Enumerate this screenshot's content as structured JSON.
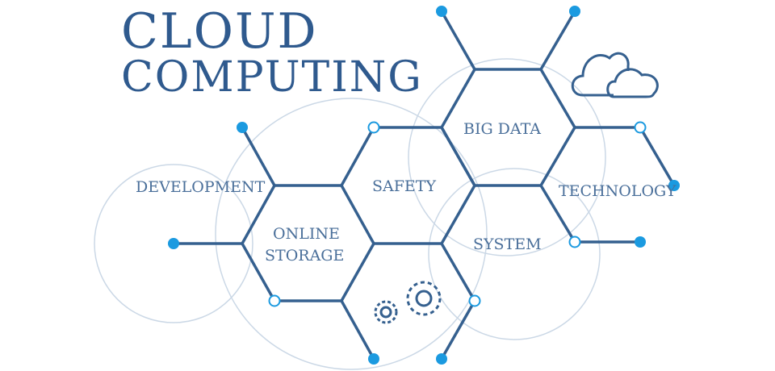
{
  "title": {
    "line1": "CLOUD",
    "line2": "COMPUTING"
  },
  "labels": {
    "development": "DEVELOPMENT",
    "online": "ONLINE",
    "storage": "STORAGE",
    "safety": "SAFETY",
    "big_data": "BIG DATA",
    "technology": "TECHNOLOGY",
    "system": "SYSTEM"
  },
  "colors": {
    "line": "#35608f",
    "dot": "#1b9ae0",
    "ring": "#cbd8e6",
    "title": "#2f5a8e"
  },
  "icons": [
    "cloud-icon",
    "gears-icon"
  ]
}
